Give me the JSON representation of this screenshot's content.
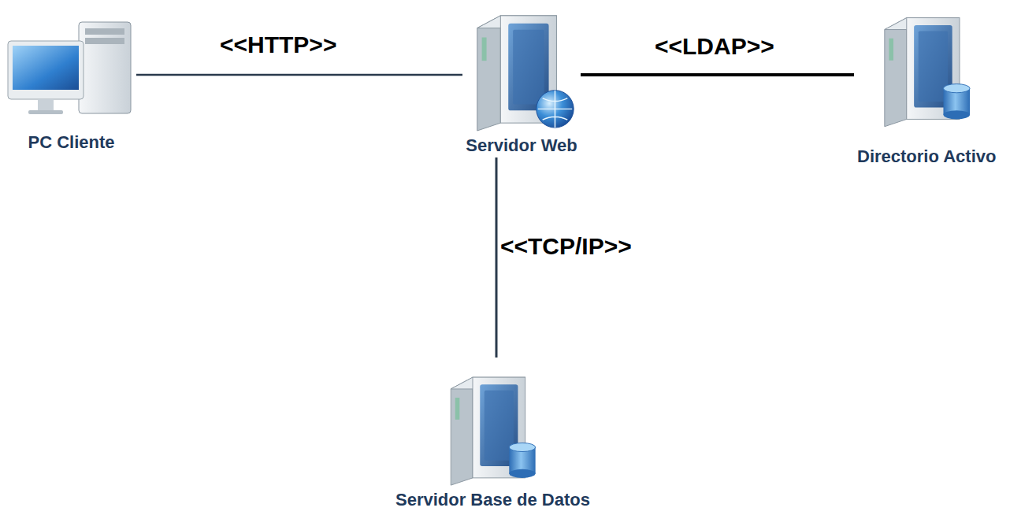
{
  "diagram": {
    "nodes": [
      {
        "text": [
          "PC Cliente"
        ]
      },
      {
        "text": [
          "Servidor Web"
        ]
      },
      {
        "text": [
          "Directorio Activo"
        ]
      },
      {
        "text": [
          "Servidor Base de Datos"
        ]
      }
    ],
    "edges": [
      {
        "from": 0,
        "to": 1,
        "arrow": "none",
        "label": "<<HTTP>>"
      },
      {
        "from": 1,
        "to": 2,
        "arrow": "none",
        "label": "<<LDAP>>"
      },
      {
        "from": 1,
        "to": 3,
        "arrow": "none",
        "label": "<<TCP/IP>>"
      }
    ]
  }
}
